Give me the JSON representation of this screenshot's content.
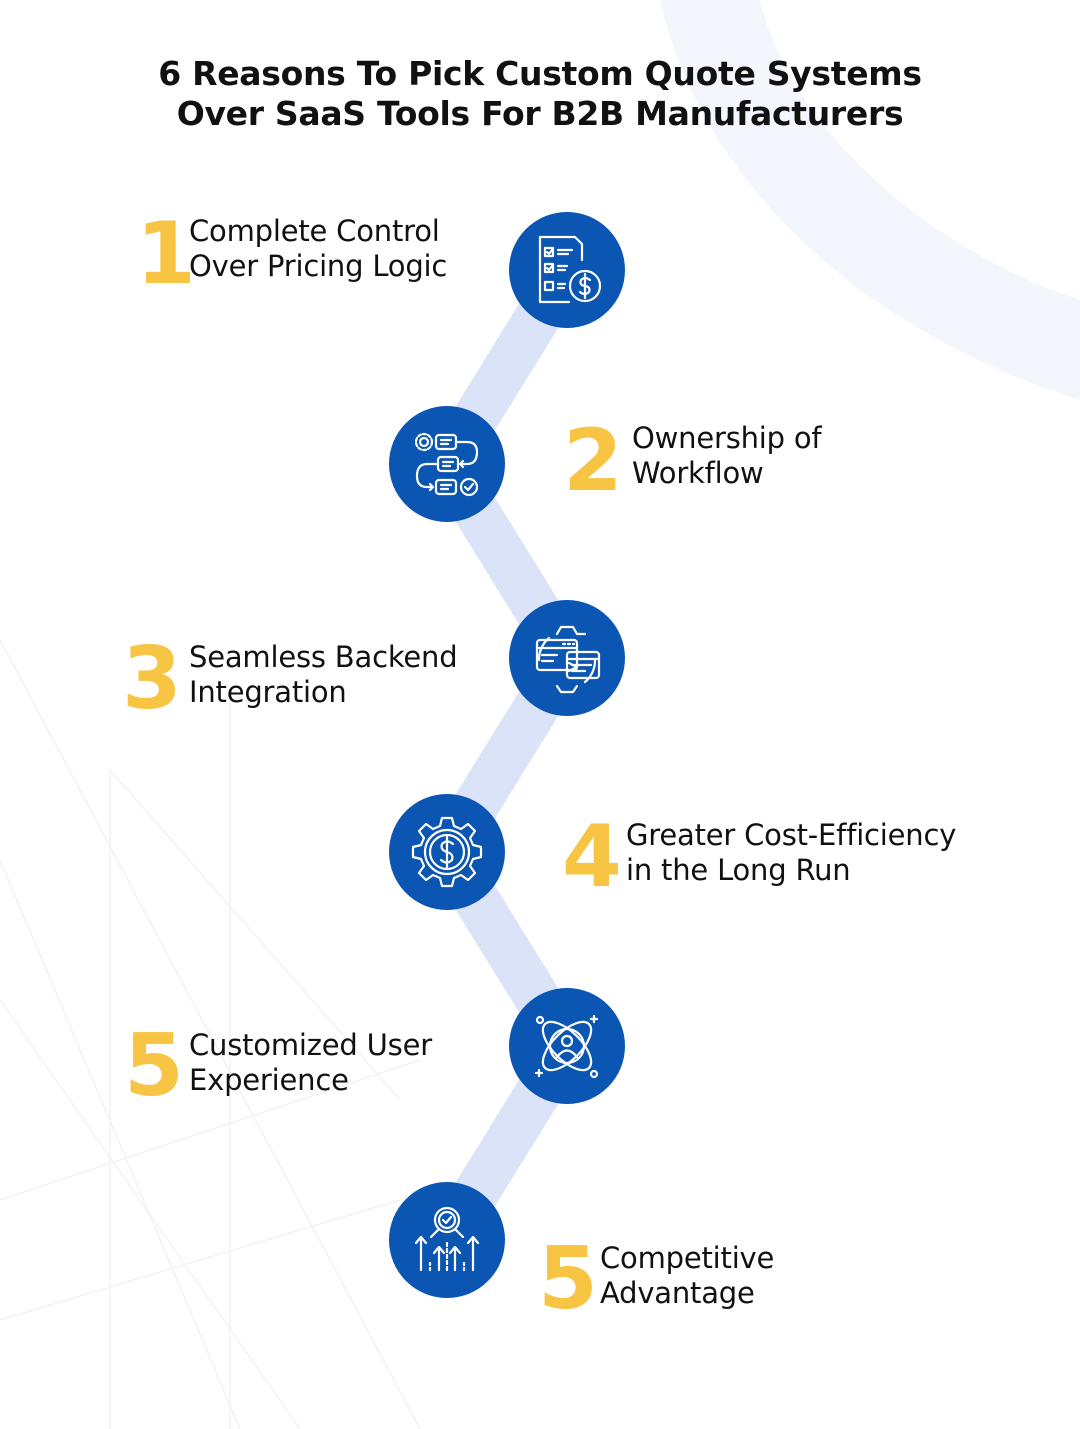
{
  "title": {
    "line1": "6 Reasons To Pick Custom Quote Systems",
    "line2": "Over SaaS Tools For B2B Manufacturers"
  },
  "colors": {
    "node": "#0b56b3",
    "number": "#f8c443",
    "connector": "#dbe3f8",
    "text": "#111111"
  },
  "items": [
    {
      "number": "1",
      "line1": "Complete Control",
      "line2": "Over Pricing Logic",
      "icon": "pricing-checklist-dollar-icon"
    },
    {
      "number": "2",
      "line1": "Ownership of",
      "line2": "Workflow",
      "icon": "workflow-gear-steps-icon"
    },
    {
      "number": "3",
      "line1": "Seamless Backend",
      "line2": "Integration",
      "icon": "backend-integration-gear-window-icon"
    },
    {
      "number": "4",
      "line1": "Greater Cost-Efficiency",
      "line2": "in the Long Run",
      "icon": "dollar-gear-icon"
    },
    {
      "number": "5",
      "line1": "Customized User",
      "line2": "Experience",
      "icon": "user-orbit-icon"
    },
    {
      "number": "5",
      "line1": "Competitive",
      "line2": "Advantage",
      "icon": "growth-arrows-badge-icon"
    }
  ]
}
